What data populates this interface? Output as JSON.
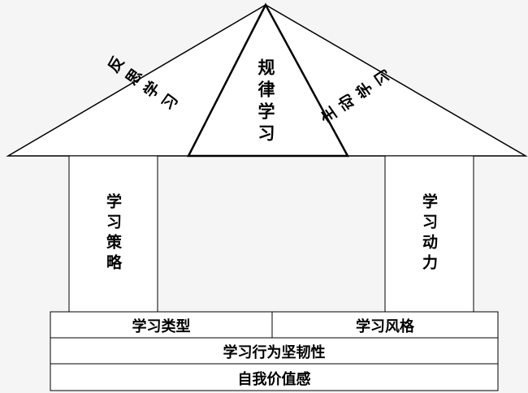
{
  "roof": {
    "left_label": "反思学习",
    "center_label": "规律学习",
    "right_label": "主动学习"
  },
  "pillars": {
    "left": "学习策略",
    "right": "学习动力"
  },
  "foundation": {
    "row1_left": "学习类型",
    "row1_right": "学习风格",
    "row2": "学习行为坚韧性",
    "row3": "自我价值感"
  }
}
